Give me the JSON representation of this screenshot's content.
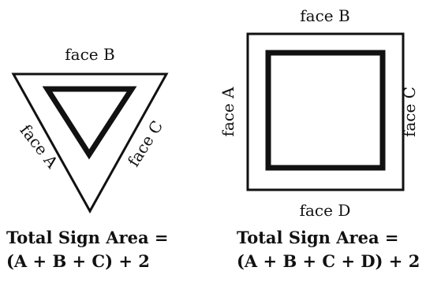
{
  "triangle": {
    "top_label": "face B",
    "left_label": "face A",
    "right_label": "face C",
    "formula_line1": "Total Sign Area =",
    "formula_line2": "(A + B + C) + 2"
  },
  "square": {
    "top_label": "face B",
    "left_label": "face A",
    "right_label": "face C",
    "bottom_label": "face D",
    "formula_line1": "Total Sign Area =",
    "formula_line2": "(A + B + C + D) + 2"
  },
  "colors": {
    "stroke": "#111111",
    "background": "#ffffff"
  }
}
